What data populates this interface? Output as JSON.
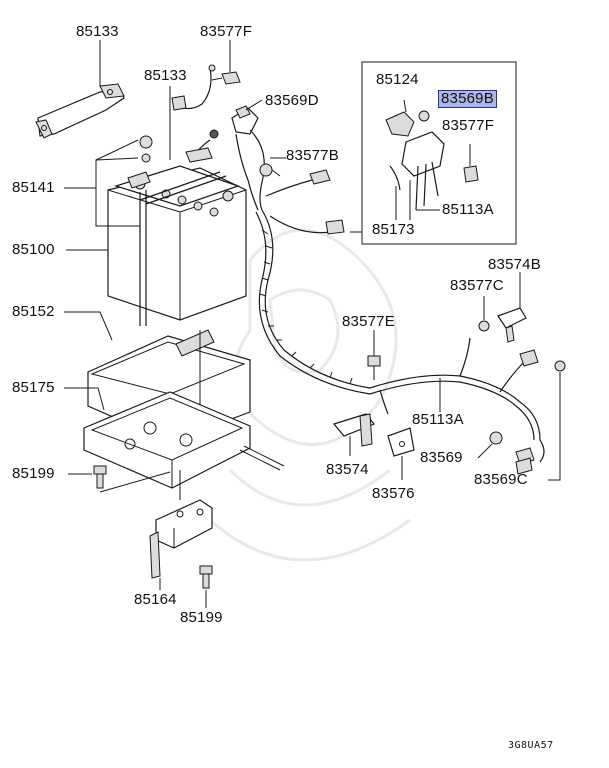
{
  "labels": {
    "l85133a": "85133",
    "l83577Fa": "83577F",
    "l85133b": "85133",
    "l83569D": "83569D",
    "l83577B": "83577B",
    "l85141": "85141",
    "l85100": "85100",
    "l85152": "85152",
    "l85175": "85175",
    "l85199a": "85199",
    "l85164": "85164",
    "l85199b": "85199",
    "l85124": "85124",
    "l83569B": "83569B",
    "l83577Fb": "83577F",
    "l85113Aa": "85113A",
    "l85173": "85173",
    "l83574B": "83574B",
    "l83577C": "83577C",
    "l83577E": "83577E",
    "l85113Ab": "85113A",
    "l83574": "83574",
    "l83576": "83576",
    "l83569": "83569",
    "l83569C": "83569C"
  },
  "diagram_code": "3G8UA57",
  "highlight_color": "#aeb6e8"
}
